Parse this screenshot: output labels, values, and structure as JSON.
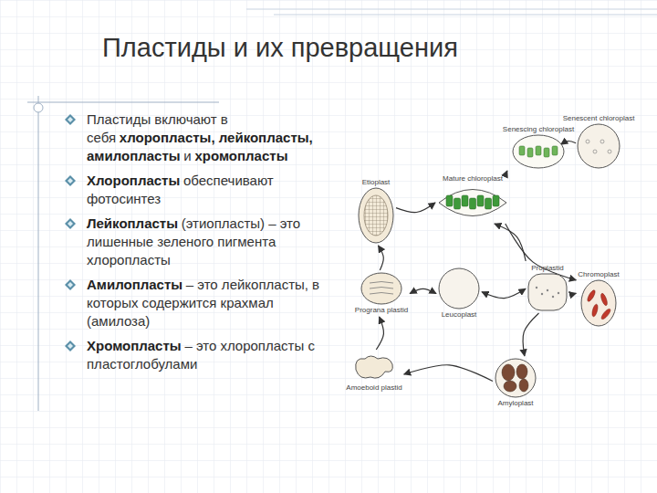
{
  "diagram": {
    "title": "Пластиды и их превращения",
    "nodes": [
      {
        "text": [
          "Etioplast"
        ]
      },
      {
        "text": [
          "Mature chloroplast"
        ]
      },
      {
        "text": [
          "Senescing chloroplast"
        ]
      },
      {
        "text": [
          "Senescent chloroplast"
        ]
      },
      {
        "text": [
          "Prograna plastid"
        ]
      },
      {
        "text": [
          "Leucoplast"
        ]
      },
      {
        "text": [
          "Proplastid"
        ]
      },
      {
        "text": [
          "Chromoplast"
        ]
      },
      {
        "text": [
          "Amoeboid plastid"
        ]
      },
      {
        "text": [
          "Amyloplast"
        ]
      }
    ],
    "edges": [
      {
        "from": 0,
        "to": 1,
        "arrow": "to"
      },
      {
        "from": 1,
        "to": 2,
        "arrow": "to"
      },
      {
        "from": 2,
        "to": 3,
        "arrow": "to"
      },
      {
        "from": 6,
        "to": 1,
        "arrow": "to"
      },
      {
        "from": 1,
        "to": 7,
        "arrow": "to"
      },
      {
        "from": 6,
        "to": 7,
        "arrow": "to"
      },
      {
        "from": 5,
        "to": 6,
        "arrow": "both"
      },
      {
        "from": 4,
        "to": 0,
        "arrow": "to"
      },
      {
        "from": 5,
        "to": 4,
        "arrow": "both"
      },
      {
        "from": 6,
        "to": 9,
        "arrow": "to"
      },
      {
        "from": 9,
        "to": 8,
        "arrow": "to"
      },
      {
        "from": 8,
        "to": 4,
        "arrow": "to"
      }
    ],
    "labels": [
      "Пластиды включают в себя",
      "хлоропласты, лейкопласты, амилопласты",
      "и",
      "хромопласты",
      "Хлоропласты",
      "обеспечивают фотосинтез",
      "Лейкопласты",
      "(этиопласты) – это лишенные зеленого пигмента хлоропласты",
      "Амилопласты",
      "– это лейкопласты, в которых содержится крахмал (амилоза)",
      "Хромопласты",
      "– это хлоропласты с пластоглобулами"
    ]
  }
}
